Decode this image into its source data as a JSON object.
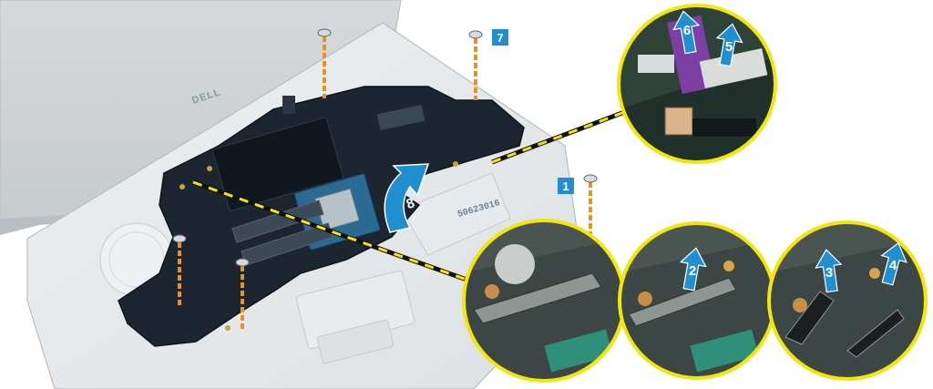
{
  "illustration": {
    "brand_logo": "DELL",
    "board_serial": "50623016",
    "step_badges": [
      "1",
      "7"
    ],
    "detail_arrows": [
      "2",
      "3",
      "4",
      "5",
      "6"
    ],
    "rotate_arrow_label": "8"
  },
  "colors": {
    "accent_blue": "#1f8fd0",
    "callout_ring": "#f2e60a",
    "board": "#1c2530",
    "screw_shaft": "#e8921f",
    "chassis": "#e4e8ea"
  },
  "icons": [
    "screw-icon",
    "up-arrow-icon",
    "rotate-arrow-icon",
    "callout-circle"
  ]
}
